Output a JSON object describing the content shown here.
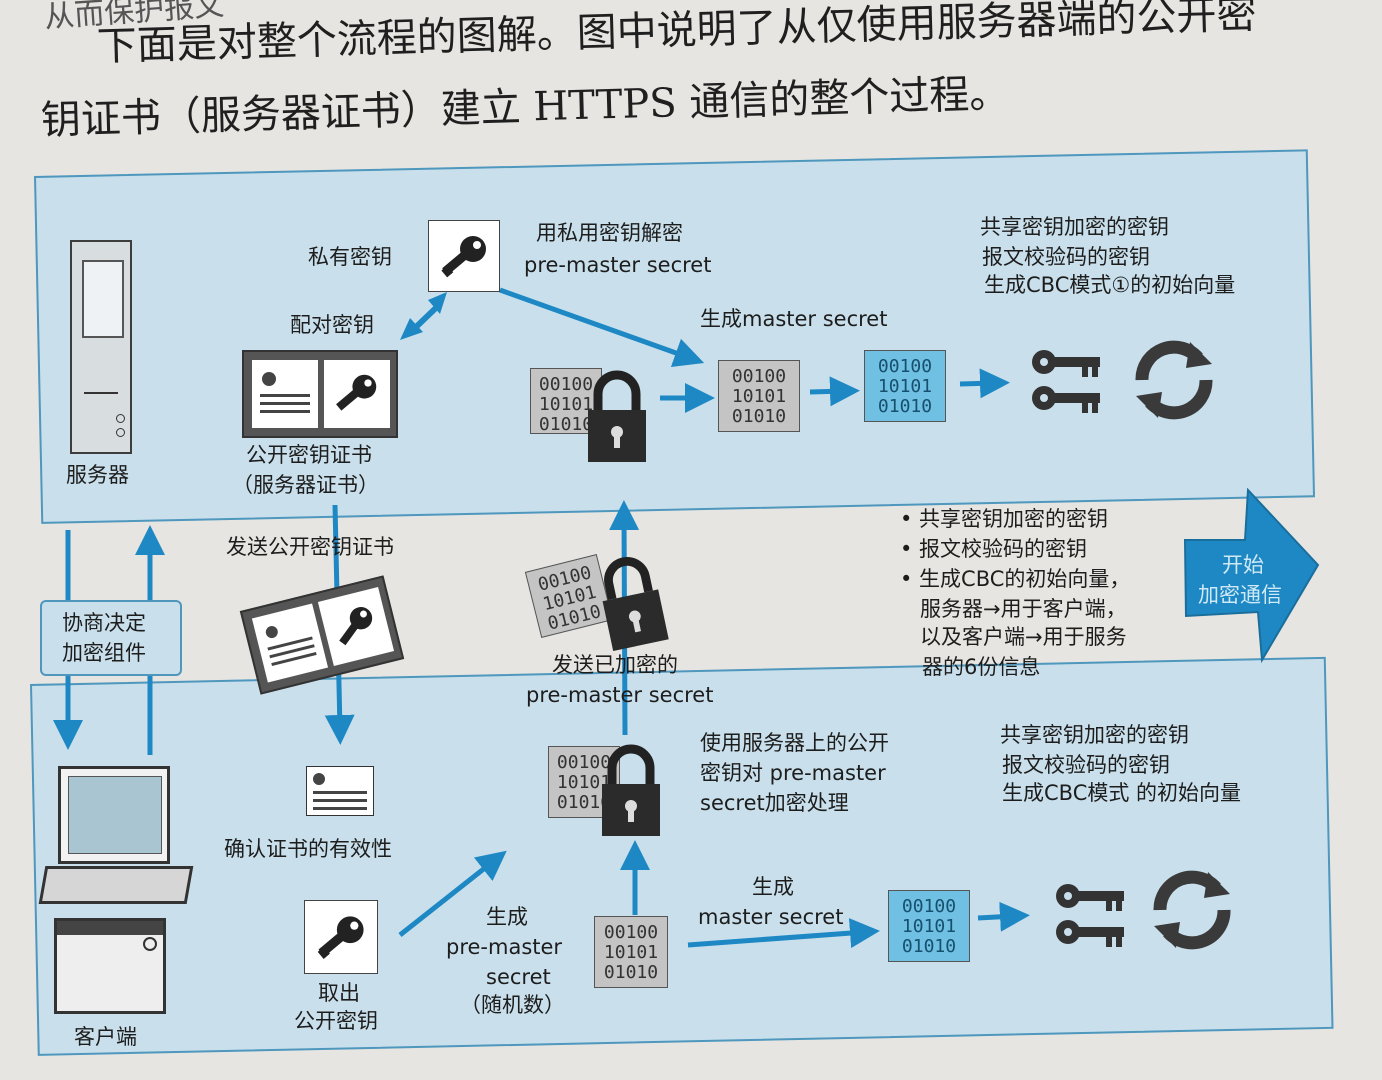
{
  "intro": {
    "line0": "从而保护报文",
    "line1": "下面是对整个流程的图解。图中说明了从仅使用服务器端的公开密",
    "line2a": "钥证书（服务器证书）建立 HTTPS 通信的整个过程。"
  },
  "server": {
    "label": "服务器",
    "private_key": "私有密钥",
    "pair_key": "配对密钥",
    "cert_line1": "公开密钥证书",
    "cert_line2": "（服务器证书）",
    "decrypt_line1": "用私用密钥解密",
    "decrypt_line2": "pre-master secret",
    "gen_master": "生成master secret",
    "shared_line1": "共享密钥加密的密钥",
    "shared_line2": "报文校验码的密钥",
    "shared_line3": "生成CBC模式①的初始向量"
  },
  "middle": {
    "negotiate_line1": "协商决定",
    "negotiate_line2": "加密组件",
    "send_cert": "发送公开密钥证书",
    "send_pms_line1": "发送已加密的",
    "send_pms_line2": "pre-master secret",
    "bullets": [
      "• 共享密钥加密的密钥",
      "• 报文校验码的密钥",
      "• 生成CBC的初始向量，",
      "服务器→用于客户端，",
      "以及客户端→用于服务",
      "器的6份信息"
    ],
    "start_line1": "开始",
    "start_line2": "加密通信"
  },
  "client": {
    "label": "客户端",
    "verify_cert": "确认证书的有效性",
    "take_key_line1": "取出",
    "take_key_line2": "公开密钥",
    "gen_pms_line1": "生成",
    "gen_pms_line2": "pre-master",
    "gen_pms_line3": "secret",
    "gen_pms_line4": "（随机数）",
    "encrypt_line1": "使用服务器上的公开",
    "encrypt_line2": "密钥对 pre-master",
    "encrypt_line3": "secret加密处理",
    "gen_master_line1": "生成",
    "gen_master_line2": "master secret",
    "shared_line1": "共享密钥加密的密钥",
    "shared_line2": "报文校验码的密钥",
    "shared_line3": "生成CBC模式 的初始向量"
  },
  "binary": {
    "row1": "00100",
    "row2": "10101",
    "row3": "01010"
  },
  "colors": {
    "panel": "#c9e0ec",
    "arrow": "#1e88c4",
    "border": "#4f97bd"
  }
}
